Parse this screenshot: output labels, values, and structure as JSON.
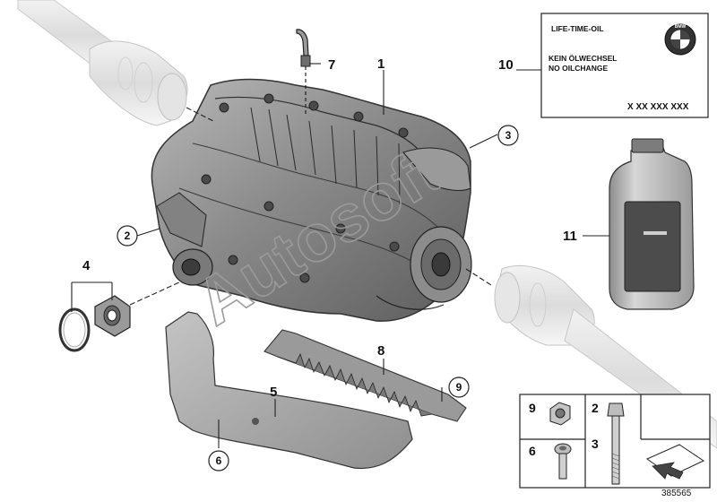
{
  "callouts": {
    "c1": "1",
    "c2": "2",
    "c3": "3",
    "c4": "4",
    "c5": "5",
    "c6": "6",
    "c7": "7",
    "c8": "8",
    "c9": "9",
    "c10": "10",
    "c11": "11"
  },
  "oil_label": {
    "line1": "LIFE-TIME-OIL",
    "line2": "KEIN ÖLWECHSEL",
    "line3": "NO OILCHANGE",
    "code": "X XX XXX XXX",
    "brand": "BMW"
  },
  "parts_table": {
    "r1_left": "9",
    "r1_right": "2",
    "r2_left": "6",
    "r2_right": "3"
  },
  "watermark": "Autosoft",
  "diagram_id": "385565"
}
